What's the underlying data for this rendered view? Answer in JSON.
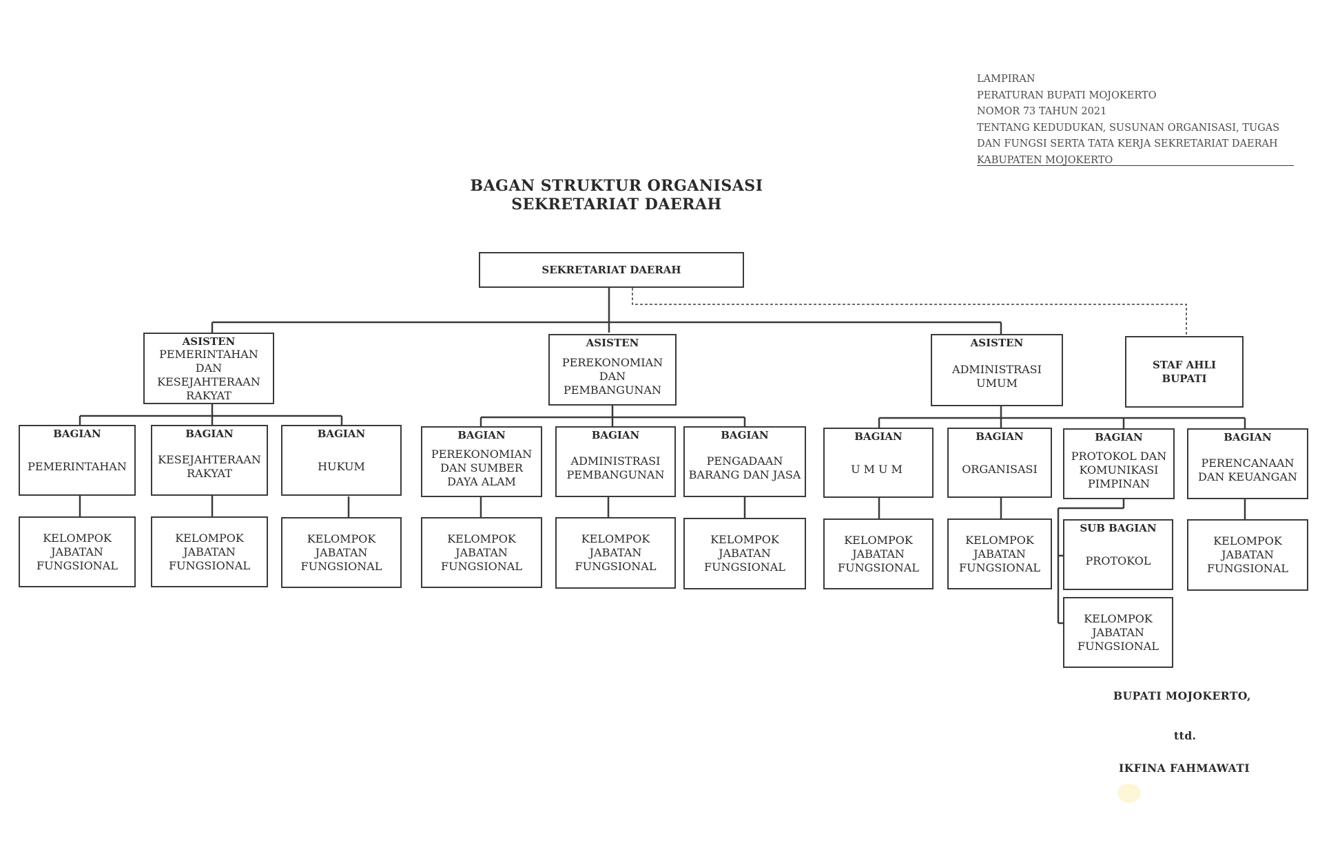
{
  "attachment": {
    "lines": [
      "LAMPIRAN",
      "PERATURAN BUPATI MOJOKERTO",
      "NOMOR 73 TAHUN 2021",
      "TENTANG KEDUDUKAN, SUSUNAN ORGANISASI, TUGAS",
      "DAN FUNGSI SERTA TATA KERJA SEKRETARIAT DAERAH",
      "KABUPATEN MOJOKERTO"
    ]
  },
  "title": {
    "line1": "BAGAN STRUKTUR ORGANISASI",
    "line2": "SEKRETARIAT DAERAH"
  },
  "chart": {
    "top": "SEKRETARIAT DAERAH",
    "asisten_1": {
      "head": "ASISTEN",
      "body": "PEMERINTAHAN DAN KESEJAHTERAAN RAKYAT"
    },
    "asisten_2": {
      "head": "ASISTEN",
      "body": "PEREKONOMIAN DAN PEMBANGUNAN"
    },
    "asisten_3": {
      "head": "ASISTEN",
      "body": "ADMINISTRASI UMUM"
    },
    "staf_ahli": "STAF AHLI BUPATI",
    "bagian_pemerintahan": {
      "head": "BAGIAN",
      "body": "PEMERINTAHAN"
    },
    "bagian_kesra": {
      "head": "BAGIAN",
      "body": "KESEJAHTERAAN RAKYAT"
    },
    "bagian_hukum": {
      "head": "BAGIAN",
      "body": "HUKUM"
    },
    "bagian_perekonomian": {
      "head": "BAGIAN",
      "body": "PEREKONOMIAN DAN SUMBER DAYA ALAM"
    },
    "bagian_adm_pembangunan": {
      "head": "BAGIAN",
      "body": "ADMINISTRASI PEMBANGUNAN"
    },
    "bagian_pengadaan": {
      "head": "BAGIAN",
      "body": "PENGADAAN BARANG DAN JASA"
    },
    "bagian_umum": {
      "head": "BAGIAN",
      "body": "UMUM"
    },
    "bagian_organisasi": {
      "head": "BAGIAN",
      "body": "ORGANISASI"
    },
    "bagian_protokol": {
      "head": "BAGIAN",
      "body": "PROTOKOL DAN KOMUNIKASI PIMPINAN"
    },
    "bagian_perencanaan": {
      "head": "BAGIAN",
      "body": "PERENCANAAN DAN KEUANGAN"
    },
    "sub_bagian_protokol": {
      "head": "SUB BAGIAN",
      "body": "PROTOKOL"
    },
    "kelompok_jabatan": "KELOMPOK JABATAN FUNGSIONAL"
  },
  "signature": {
    "office": "BUPATI MOJOKERTO,",
    "signed": "ttd.",
    "name": "IKFINA FAHMAWATI"
  }
}
